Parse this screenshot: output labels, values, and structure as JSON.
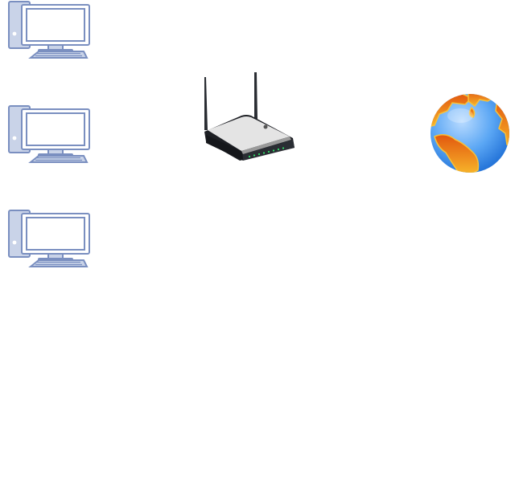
{
  "diagram": {
    "nodes": [
      {
        "id": "pc-1",
        "icon": "desktop-computer-icon"
      },
      {
        "id": "pc-2",
        "icon": "desktop-computer-icon"
      },
      {
        "id": "pc-3",
        "icon": "desktop-computer-icon"
      },
      {
        "id": "router",
        "icon": "wireless-router-icon"
      },
      {
        "id": "internet",
        "icon": "globe-icon"
      }
    ],
    "colors": {
      "computer_fill": "#c9d3e8",
      "computer_stroke": "#7a8fc0",
      "router_body": "#1d1f24",
      "router_top": "#e4e4e4",
      "router_leds": "#33e06a",
      "globe_ocean": "#2f8bf0",
      "globe_land": "#f6a623"
    }
  }
}
